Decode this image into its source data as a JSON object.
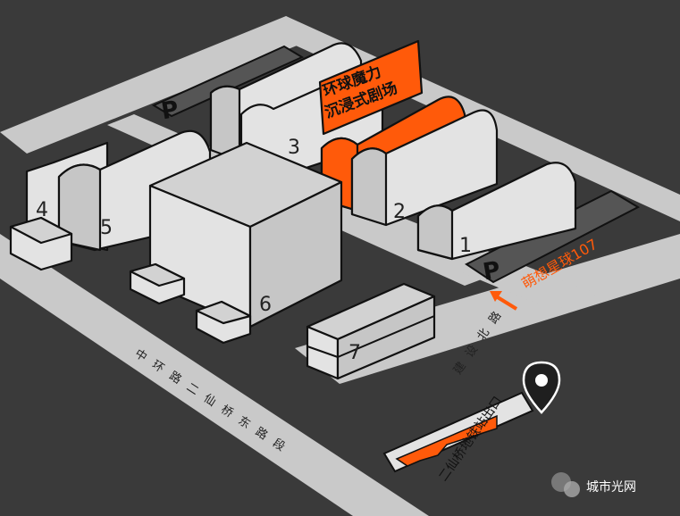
{
  "map": {
    "roads": {
      "zhonghuan": "中环路二仙桥东路段",
      "jianshe_north": "建设北路"
    },
    "parking": {
      "symbol": "P",
      "lot_label": "萌想星球107"
    },
    "theater_sign": {
      "line1": "环球魔力",
      "line2": "沉浸式剧场"
    },
    "metro_exit_label": "二仙桥地铁站出口",
    "buildings": [
      "1",
      "2",
      "3",
      "4",
      "5",
      "6",
      "7"
    ],
    "watermark": "城市光网",
    "colors": {
      "background": "#3a3a3a",
      "road": "#c9c9c9",
      "building": "#e3e3e3",
      "highlight": "#ff5a0a"
    }
  }
}
